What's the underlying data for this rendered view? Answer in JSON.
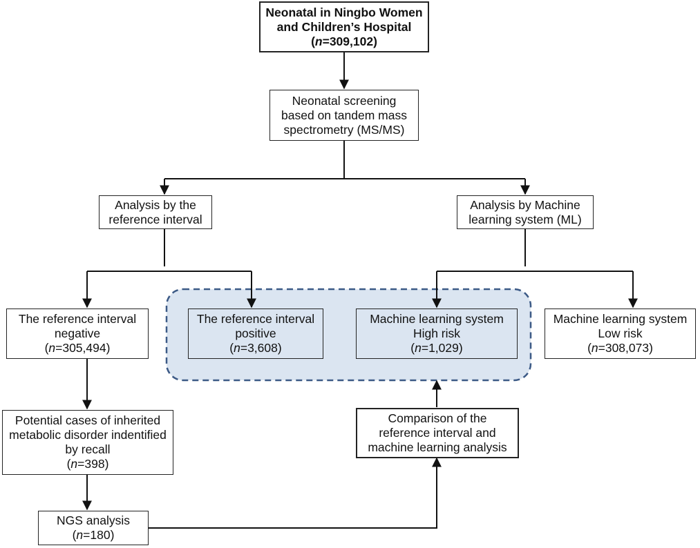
{
  "colors": {
    "highlight_fill": "#dbe5f1",
    "highlight_border": "#3c5a86",
    "stroke": "#111111"
  },
  "nodes": {
    "root": {
      "lines": [
        "Neonatal in Ningbo Women",
        "and Children’s Hospital"
      ],
      "n_prefix": "n",
      "n_value": "=309,102)",
      "n_open": "("
    },
    "screening": {
      "lines": [
        "Neonatal screening",
        "based on tandem mass",
        "spectrometry (MS/MS)"
      ]
    },
    "ref_analysis": {
      "lines": [
        "Analysis by the",
        "reference interval"
      ]
    },
    "ml_analysis": {
      "lines": [
        "Analysis by Machine",
        "learning system (ML)"
      ]
    },
    "ref_negative": {
      "lines": [
        "The reference interval",
        "negative"
      ],
      "n_open": "(",
      "n_prefix": "n",
      "n_value": "=305,494)"
    },
    "ref_positive": {
      "lines": [
        "The reference interval",
        "positive"
      ],
      "n_open": "(",
      "n_prefix": "n",
      "n_value": "=3,608)"
    },
    "ml_high": {
      "lines": [
        "Machine learning system",
        "High risk"
      ],
      "n_open": "(",
      "n_prefix": "n",
      "n_value": "=1,029)"
    },
    "ml_low": {
      "lines": [
        "Machine learning system",
        "Low risk"
      ],
      "n_open": "(",
      "n_prefix": "n",
      "n_value": "=308,073)"
    },
    "potential": {
      "lines": [
        "Potential cases of inherited",
        "metabolic disorder indentified",
        "by recall"
      ],
      "n_open": "(",
      "n_prefix": "n",
      "n_value": "=398)"
    },
    "comparison": {
      "lines": [
        "Comparison of the",
        "reference interval and",
        "machine learning analysis"
      ]
    },
    "ngs": {
      "lines": [
        "NGS analysis"
      ],
      "n_open": "(",
      "n_prefix": "n",
      "n_value": "=180)"
    }
  }
}
